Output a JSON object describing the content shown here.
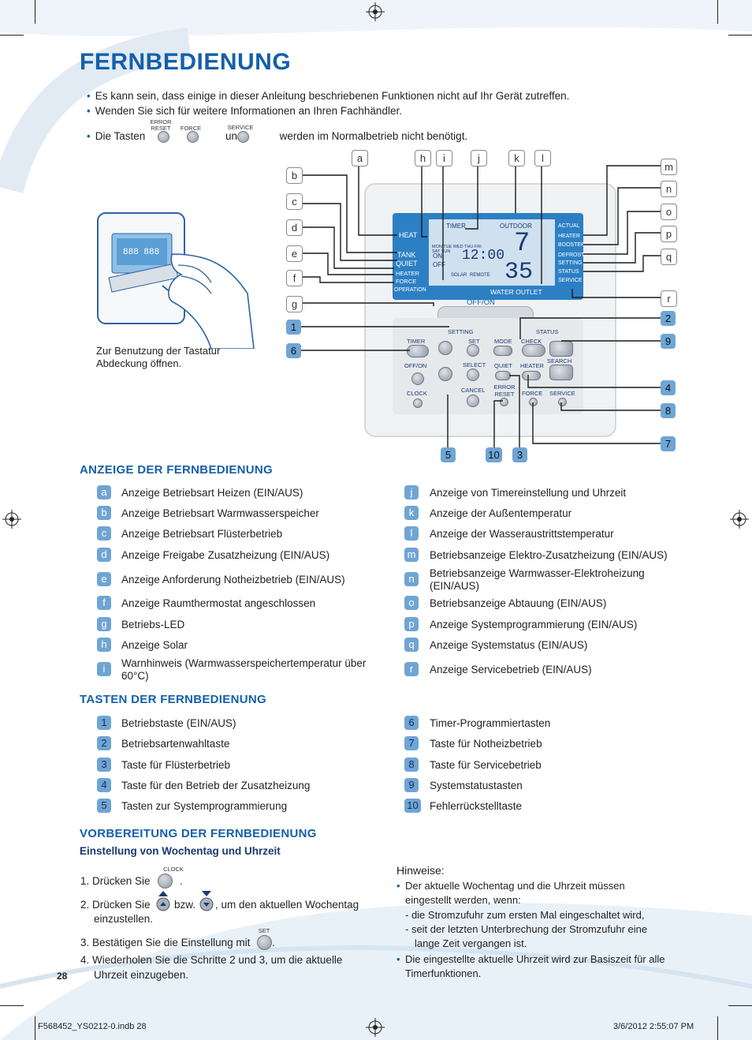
{
  "title": "FERNBEDIENUNG",
  "bullets": [
    "Es kann sein, dass einige in dieser Anleitung beschriebenen Funktionen nicht auf Ihr Gerät zutreffen.",
    "Wenden Sie sich für weitere Informationen an Ihren Fachhändler."
  ],
  "keys_note": {
    "prefix": "Die Tasten",
    "comma": ",",
    "and": "und",
    "suffix": "werden im Normalbetrieb nicht benötigt.",
    "label1": "ERROR RESET",
    "label2": "FORCE",
    "label3": "SERVICE"
  },
  "illustration_caption": "Zur Benutzung der Tastatur Abdeckung öffnen.",
  "remote": {
    "lcd_left": [
      "HEAT",
      "TANK",
      "QUIET",
      "HEATER",
      "FORCE",
      "OPERATION"
    ],
    "timer": "TIMER",
    "outdoor": "OUTDOOR",
    "days": "MON TUE WED THU FRI SAT SUN",
    "on": "ON",
    "off": "OFF",
    "solar": "SOLAR",
    "remote": "REMOTE",
    "water_outlet": "WATER OUTLET",
    "temp_top": "7",
    "temp_bottom": "35",
    "clock": "12:00",
    "lcd_right": [
      "ACTUAL",
      "HEATER",
      "BOOSTER",
      "DEFROST",
      "SETTING",
      "STATUS",
      "SERVICE"
    ],
    "offon": "OFF/ON",
    "setting": "SETTING",
    "status": "STATUS",
    "pad_labels": [
      "TIMER",
      "OFF/ON",
      "CLOCK",
      "SET",
      "SELECT",
      "CANCEL",
      "MODE",
      "QUIET",
      "ERROR RESET",
      "CHECK",
      "HEATER",
      "SEARCH",
      "FORCE",
      "SERVICE"
    ]
  },
  "callouts_letters": [
    "a",
    "b",
    "c",
    "d",
    "e",
    "f",
    "g",
    "h",
    "i",
    "j",
    "k",
    "l",
    "m",
    "n",
    "o",
    "p",
    "q",
    "r"
  ],
  "callouts_numbers": [
    "1",
    "6",
    "2",
    "9",
    "4",
    "8",
    "7",
    "5",
    "10",
    "3"
  ],
  "display_section": {
    "heading": "ANZEIGE DER FERNBEDIENUNG",
    "left": [
      {
        "key": "a",
        "text": "Anzeige Betriebsart Heizen (EIN/AUS)"
      },
      {
        "key": "b",
        "text": "Anzeige Betriebsart Warmwasserspeicher"
      },
      {
        "key": "c",
        "text": "Anzeige Betriebsart Flüsterbetrieb"
      },
      {
        "key": "d",
        "text": "Anzeige Freigabe Zusatzheizung (EIN/AUS)"
      },
      {
        "key": "e",
        "text": "Anzeige Anforderung Notheizbetrieb (EIN/AUS)"
      },
      {
        "key": "f",
        "text": "Anzeige Raumthermostat angeschlossen"
      },
      {
        "key": "g",
        "text": "Betriebs-LED"
      },
      {
        "key": "h",
        "text": "Anzeige Solar"
      },
      {
        "key": "i",
        "text": "Warnhinweis (Warmwasserspeichertemperatur über 60°C)"
      }
    ],
    "right": [
      {
        "key": "j",
        "text": "Anzeige von Timereinstellung und Uhrzeit"
      },
      {
        "key": "k",
        "text": "Anzeige der Außentemperatur"
      },
      {
        "key": "l",
        "text": "Anzeige der Wasseraustrittstemperatur"
      },
      {
        "key": "m",
        "text": "Betriebsanzeige Elektro-Zusatzheizung (EIN/AUS)"
      },
      {
        "key": "n",
        "text": "Betriebsanzeige Warmwasser-Elektroheizung (EIN/AUS)"
      },
      {
        "key": "o",
        "text": "Betriebsanzeige Abtauung (EIN/AUS)"
      },
      {
        "key": "p",
        "text": "Anzeige Systemprogrammierung (EIN/AUS)"
      },
      {
        "key": "q",
        "text": "Anzeige Systemstatus (EIN/AUS)"
      },
      {
        "key": "r",
        "text": "Anzeige Servicebetrieb (EIN/AUS)"
      }
    ]
  },
  "buttons_section": {
    "heading": "TASTEN DER FERNBEDIENUNG",
    "left": [
      {
        "key": "1",
        "text": "Betriebstaste (EIN/AUS)"
      },
      {
        "key": "2",
        "text": "Betriebsartenwahltaste"
      },
      {
        "key": "3",
        "text": "Taste für Flüsterbetrieb"
      },
      {
        "key": "4",
        "text": "Taste für den Betrieb der Zusatzheizung"
      },
      {
        "key": "5",
        "text": "Tasten zur Systemprogrammierung"
      }
    ],
    "right": [
      {
        "key": "6",
        "text": "Timer-Programmiertasten"
      },
      {
        "key": "7",
        "text": "Taste für Notheizbetrieb"
      },
      {
        "key": "8",
        "text": "Taste für Servicebetrieb"
      },
      {
        "key": "9",
        "text": "Systemstatustasten"
      },
      {
        "key": "10",
        "text": "Fehlerrückstelltaste"
      }
    ]
  },
  "preparation": {
    "heading": "VORBEREITUNG DER FERNBEDIENUNG",
    "subheading": "Einstellung von Wochentag und Uhrzeit",
    "step1": "1. Drücken Sie",
    "step1_label": "CLOCK",
    "step2a": "2. Drücken Sie",
    "step2b": "bzw.",
    "step2c": ", um den aktuellen Wochentag",
    "step2d": "einzustellen.",
    "step3": "3. Bestätigen Sie die Einstellung mit",
    "step3_label": "SET",
    "step4a": "4. Wiederholen Sie die Schritte 2 und 3, um die aktuelle",
    "step4b": "Uhrzeit einzugeben."
  },
  "notes": {
    "heading": "Hinweise:",
    "b1a": "Der aktuelle Wochentag und die Uhrzeit müssen",
    "b1b": "eingestellt werden, wenn:",
    "d1": "-  die Stromzufuhr zum ersten Mal eingeschaltet wird,",
    "d2a": "-  seit der letzten Unterbrechung der Stromzufuhr eine",
    "d2b": "lange Zeit vergangen ist.",
    "b2a": "Die eingestellte aktuelle Uhrzeit wird zur Basiszeit für alle",
    "b2b": "Timerfunktionen."
  },
  "page_number": "28",
  "footer": {
    "file": "F568452_YS0212-0.indb   28",
    "date": "3/6/2012   2:55:07 PM"
  },
  "colors": {
    "accent": "#1560a8",
    "lcd": "#2d7fc4",
    "tag": "#6fa5d4"
  }
}
